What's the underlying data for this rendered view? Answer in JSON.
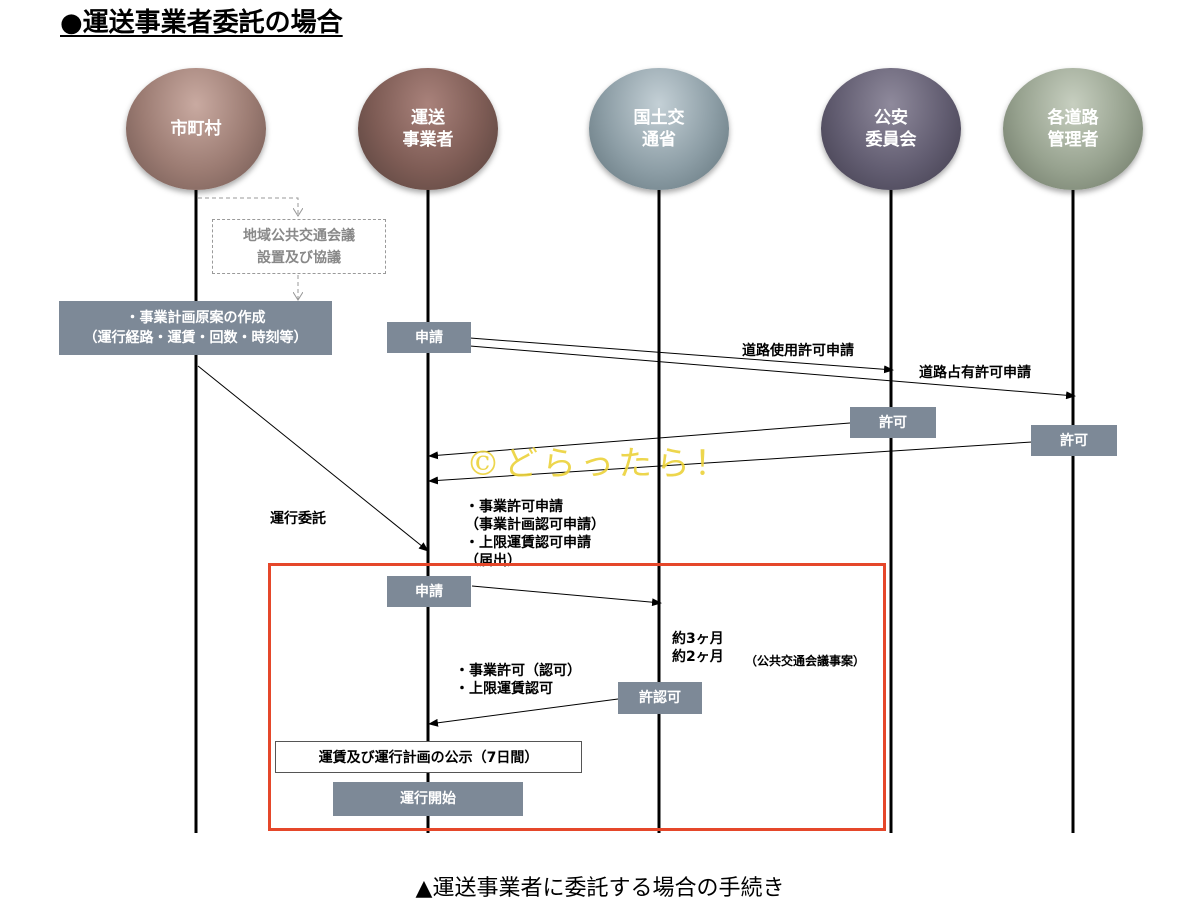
{
  "title": "●運送事業者委託の場合",
  "actors": [
    {
      "label": "市町村",
      "color": "#8b6d64"
    },
    {
      "label": "運送\n事業者",
      "color": "#6b4c46"
    },
    {
      "label": "国土交\n通省",
      "color": "#7b8c94"
    },
    {
      "label": "公安\n委員会",
      "color": "#524d60"
    },
    {
      "label": "各道路\n管理者",
      "color": "#8a9582"
    }
  ],
  "council_box": "地域公共交通会議\n設置及び協議",
  "plan_box": "・事業計画原案の作成\n（運行経路・運賃・回数・時刻等）",
  "apply_label_1": "申請",
  "road_use_label": "道路使用許可申請",
  "road_occupy_label": "道路占有許可申請",
  "permit_police": "許可",
  "permit_road": "許可",
  "watermark": "©どらったら！",
  "operation_commission": "運行委託",
  "applications_text": "・事業許可申請\n（事業計画認可申請）\n・上限運賃認可申請\n（届出）",
  "apply_label_2": "申請",
  "duration_text": "約3ヶ月\n約2ヶ月",
  "duration_note": "（公共交通会議事案）",
  "approvals_text": "・事業許可（認可）\n・上限運賃認可",
  "permit_approval": "許認可",
  "public_notice": "運賃及び運行計画の公示（7日間）",
  "start_operation": "運行開始",
  "caption": "▲運送事業者に委託する場合の手続き",
  "colors": {
    "box": "#7d8997",
    "frame": "#e5472a",
    "watermark": "#ecd23a"
  }
}
